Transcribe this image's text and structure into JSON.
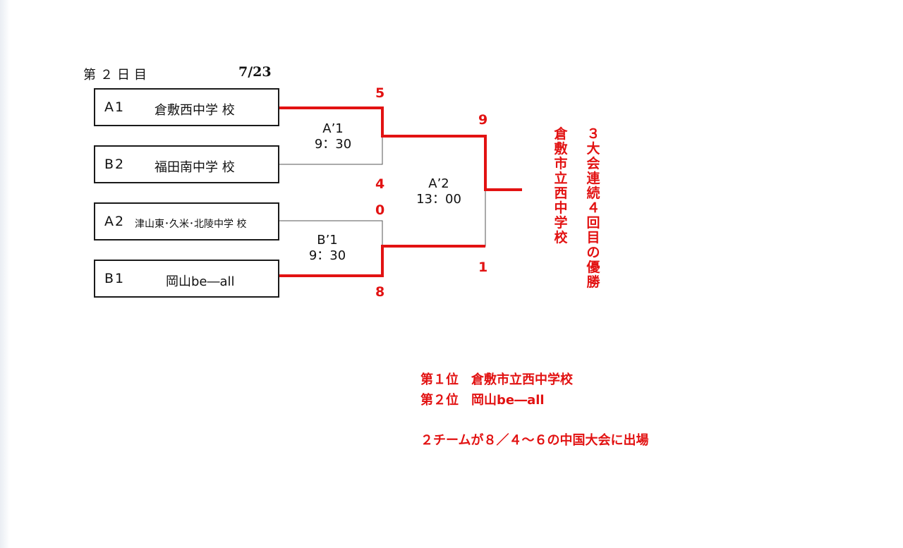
{
  "header": {
    "day": "第２日目",
    "date": "7/23"
  },
  "teams": [
    {
      "seed": "A1",
      "name": "倉敷西中学 校"
    },
    {
      "seed": "B2",
      "name": "福田南中学 校"
    },
    {
      "seed": "A2",
      "name": "津山東･久米･北陵中学 校"
    },
    {
      "seed": "B1",
      "name": "岡山be―all"
    }
  ],
  "matches": [
    {
      "label": "A’1",
      "time": "9：30"
    },
    {
      "label": "B’1",
      "time": "9：30"
    },
    {
      "label": "A’2",
      "time": "13：00"
    }
  ],
  "scores": {
    "a1": "5",
    "b2": "4",
    "a2": "0",
    "b1": "8",
    "final_top": "9",
    "final_bottom": "1"
  },
  "champion": {
    "name": "倉敷市立西中学校",
    "note": "３大会連続４回目の優勝"
  },
  "results": {
    "first": "第１位　倉敷市立西中学校",
    "second": "第２位　岡山be―all",
    "qualification": "２チームが８／４～６の中国大会に出場"
  },
  "colors": {
    "winner_line": "#e21212",
    "loser_line": "#555555",
    "box_border": "#1a1a1a"
  }
}
